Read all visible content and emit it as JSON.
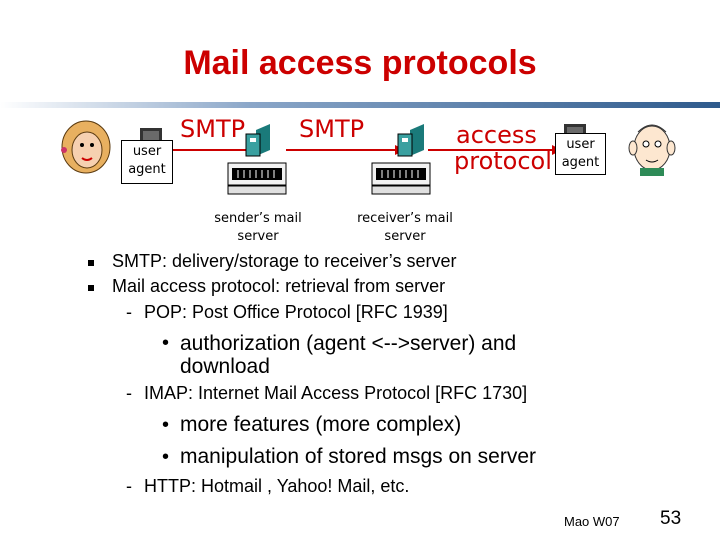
{
  "slide": {
    "title": "Mail access protocols",
    "footer_left": "Mao W07",
    "page_number": "53"
  },
  "diagram": {
    "label_smtp_1": "SMTP",
    "label_smtp_2": "SMTP",
    "label_access_1": "access",
    "label_access_2": "protocol",
    "ua_left_1": "user",
    "ua_left_2": "agent",
    "ua_right_1": "user",
    "ua_right_2": "agent",
    "sender_server_1": "sender’s mail",
    "sender_server_2": "server",
    "receiver_server_1": "receiver’s mail",
    "receiver_server_2": "server"
  },
  "bullets": [
    "SMTP: delivery/storage to receiver’s server",
    "Mail access protocol: retrieval from server"
  ],
  "pop": {
    "dash": "-",
    "title": "POP: Post Office Protocol [RFC 1939]",
    "dot": "•",
    "item_1": "authorization (agent <-->server) and",
    "item_1b": "download"
  },
  "imap": {
    "dash": "-",
    "title": "IMAP: Internet Mail Access Protocol [RFC 1730]",
    "dot": "•",
    "item_1": "more features (more complex)",
    "item_2": "manipulation of stored msgs on server"
  },
  "http": {
    "dash": "-",
    "title": "HTTP: Hotmail , Yahoo! Mail, etc."
  },
  "colors": {
    "title": "#cc0000",
    "label": "#cc0000",
    "rule": "#6f8fb5"
  }
}
